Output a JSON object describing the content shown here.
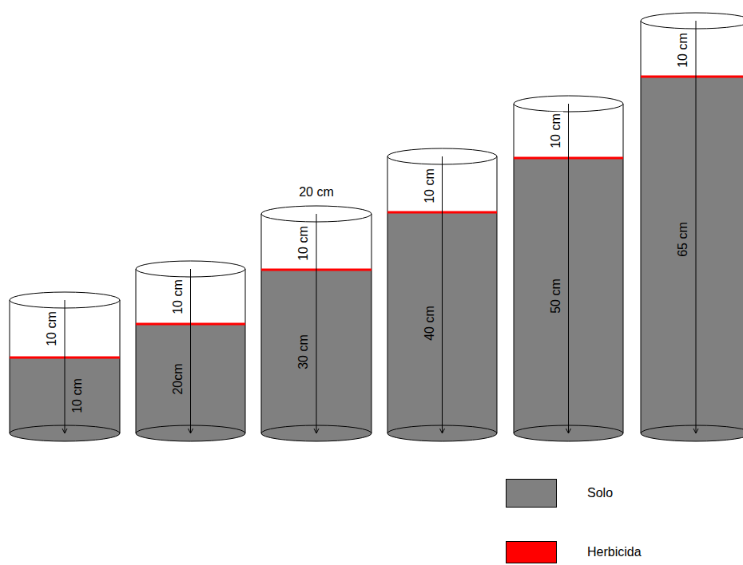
{
  "diagram": {
    "labels": [
      "10 cm",
      "10 cm",
      "10 cm",
      "20cm",
      "20 cm",
      "10 cm",
      "30 cm",
      "10 cm",
      "40 cm",
      "10 cm",
      "50 cm",
      "10 cm",
      "65 cm"
    ],
    "legend": [
      {
        "text": "Solo",
        "color": "#808080"
      },
      {
        "text": "Herbicida",
        "color": "#ff0000"
      }
    ]
  }
}
